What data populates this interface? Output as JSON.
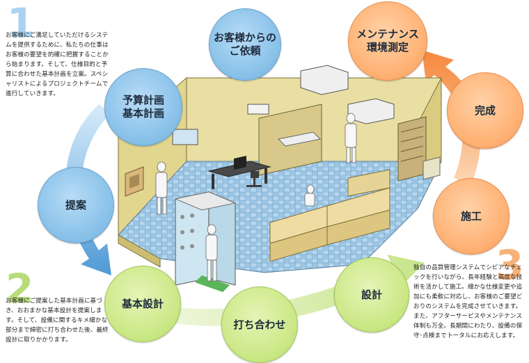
{
  "steps": {
    "irai": "お客様からの\nご依頼",
    "keikaku": "予算計画\n基本計画",
    "teian": "提案",
    "kihon_sekkei": "基本設計",
    "uchiawase": "打ち合わせ",
    "sekkei": "設計",
    "seko": "施工",
    "kansei": "完成",
    "maintenance": "メンテナンス\n環境測定"
  },
  "phases": [
    {
      "number": "1",
      "text": "お客様にご満足していただけるシステムを提供するために、私たちの仕事はお客様の要望を的確に把握することから始まります。そして、仕様目的と予算に合わせた基本計画を立案。スペシャリストによるプロジェクトチームで進行していきます。"
    },
    {
      "number": "2",
      "text": "お客様にご提案した基本計画に基づき、おおまかな基本設計を提案します。そして、設備に関するキメ細かな部分まで綿密に打ち合わせた後、最終設計に取りかかります。"
    },
    {
      "number": "3",
      "text": "独自の品質管理システムでシビアなチェックを行いながら、長年経験と高度な技術を活かして施工。細かな仕様変更や追加にも柔軟に対応し、お客様のご要望どおりのシステムを完成させていきます。また、アフターサービスやメンテナンス体制も万全。長期間にわたり、設備の保守･点検まで卜ータルにお応えします。"
    }
  ],
  "colors": {
    "blue_node": "#8cc3ea",
    "orange_node": "#ffb478",
    "green_node": "#cde98a",
    "number1": "#a9d3f0",
    "number2": "#b9dc7a",
    "number3": "#f7b27a"
  }
}
